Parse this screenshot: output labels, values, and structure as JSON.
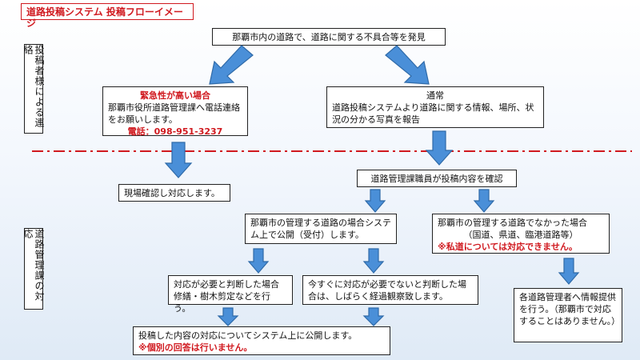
{
  "title": "道路投稿システム 投稿フローイメージ",
  "side_labels": {
    "reporter": "投稿者様による連絡",
    "department": "道路管理課の対応"
  },
  "boxes": {
    "discover": "那覇市内の道路で、道路に関する不具合等を発見",
    "urgent": {
      "heading": "緊急性が高い場合",
      "body": "那覇市役所道路管理課へ電話連絡をお願いします。",
      "phone": "電話：098-951-3237"
    },
    "normal": {
      "heading": "通常",
      "body": "道路投稿システムより道路に関する情報、場所、状況の分かる写真を報告"
    },
    "site_check": "現場確認し対応します。",
    "staff_confirm": "道路管理課職員が投稿内容を確認",
    "city_road": "那覇市の管理する道路の場合システム上で公開（受付）します。",
    "not_city": {
      "line1": "那覇市の管理する道路でなかった場合",
      "line2": "（国道、県道、臨港道路等）",
      "note": "※私道については対応できません。"
    },
    "needed": "対応が必要と判断した場合修繕・樹木剪定などを行う。",
    "not_needed": "今すぐに対応が必要でないと判断した場合は、しばらく経過観察致します。",
    "publish": {
      "line1": "投稿した内容の対応についてシステム上に公開します。",
      "note": "※個別の回答は行いません。"
    },
    "other_manager": "各道路管理者へ情報提供を行う。（那覇市で対応することはありません。）"
  },
  "colors": {
    "accent_red": "#d0191f",
    "arrow_fill": "#4a8fd8",
    "divider": "#d0191f"
  }
}
